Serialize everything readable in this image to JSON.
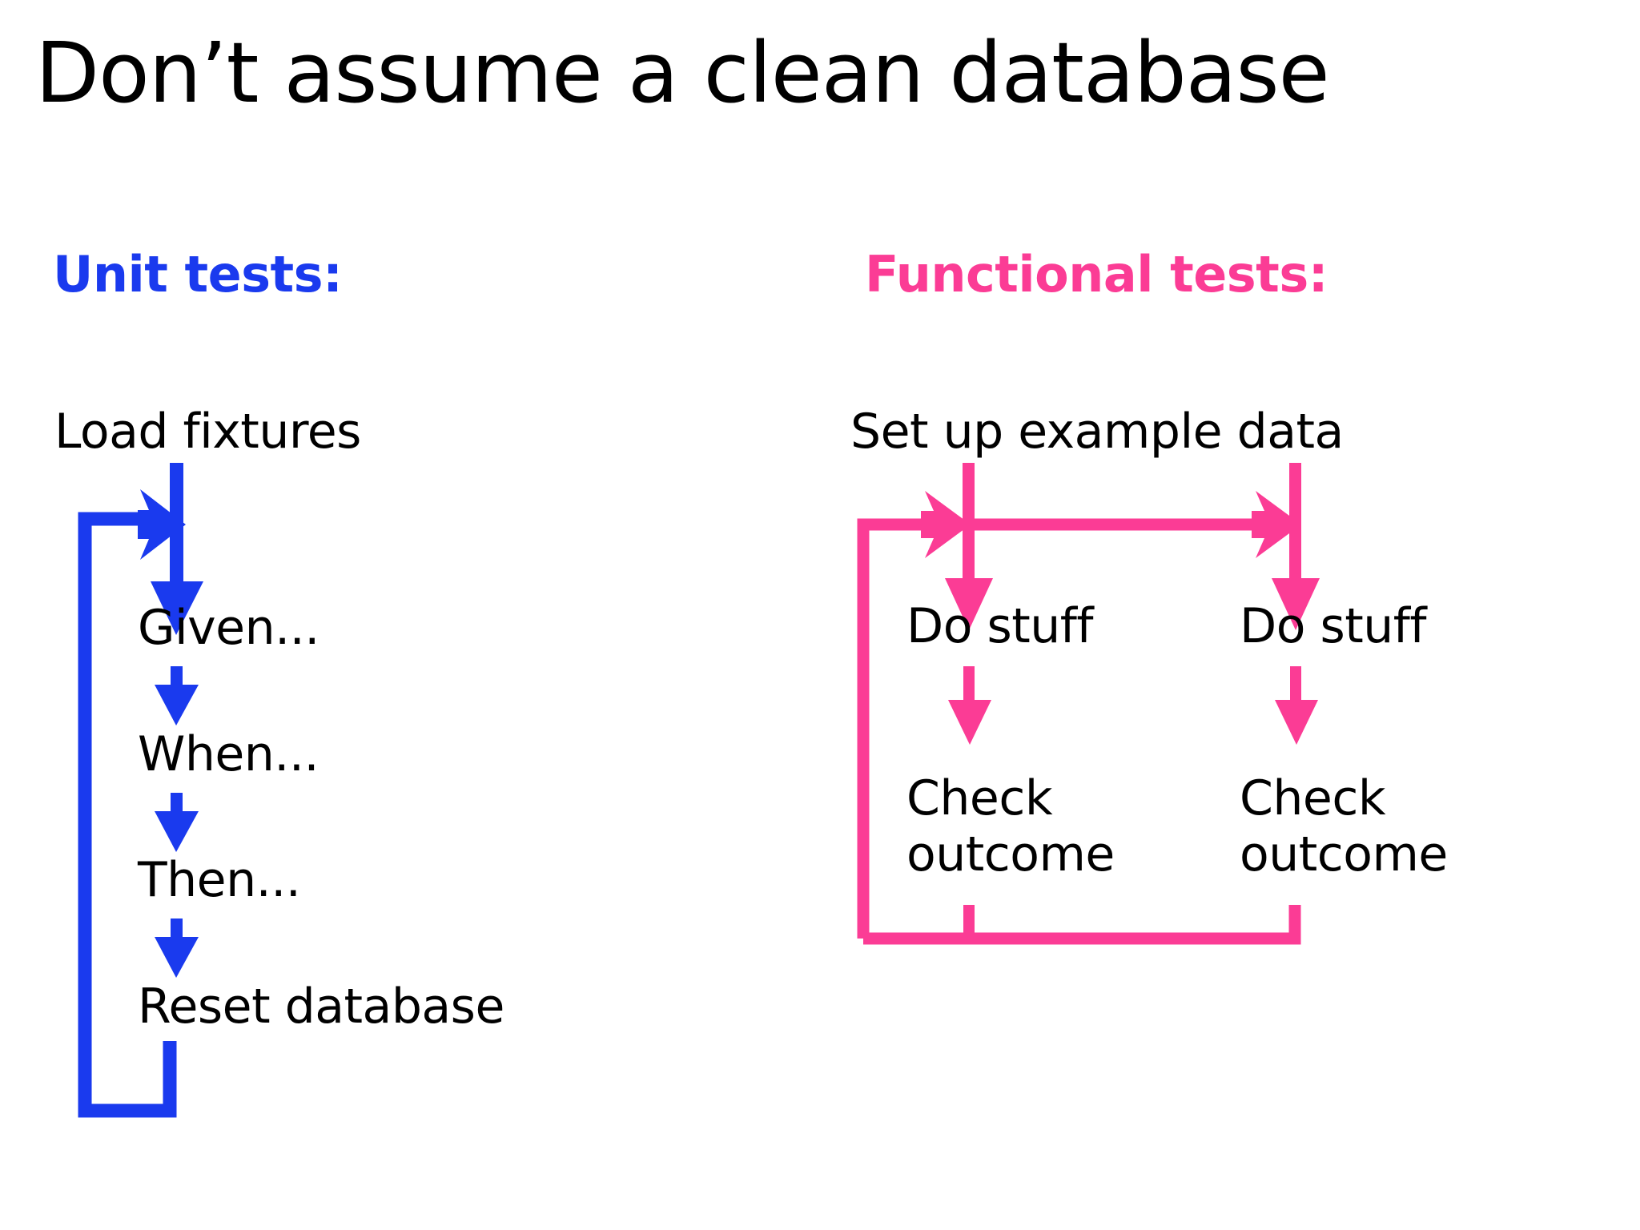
{
  "slide": {
    "title": "Don’t assume a clean database",
    "background_color": "#FFFFFF"
  },
  "colors": {
    "unit_blue": "#1A3AEE",
    "functional_pink": "#FB3C95",
    "text_black": "#000000"
  },
  "columns": {
    "unit": {
      "heading": "Unit tests:",
      "color": "#1A3AEE",
      "steps": [
        {
          "label": "Load fixtures"
        },
        {
          "label": "Given..."
        },
        {
          "label": "When..."
        },
        {
          "label": "Then..."
        },
        {
          "label": "Reset database"
        }
      ],
      "flow_description": "Load fixtures flows down through Given, When, Then to Reset database, then loops back up to re-enter before Given."
    },
    "functional": {
      "heading": "Functional tests:",
      "color": "#FB3C95",
      "steps": [
        {
          "label": "Set up example data"
        },
        {
          "label": "Do stuff"
        },
        {
          "label": "Do stuff"
        },
        {
          "label": "Check outcome"
        },
        {
          "label": "Check outcome"
        }
      ],
      "flow_description": "Set up example data feeds two parallel branches; each branch does stuff then checks outcome, and both loop back to the shared entry bar."
    }
  }
}
